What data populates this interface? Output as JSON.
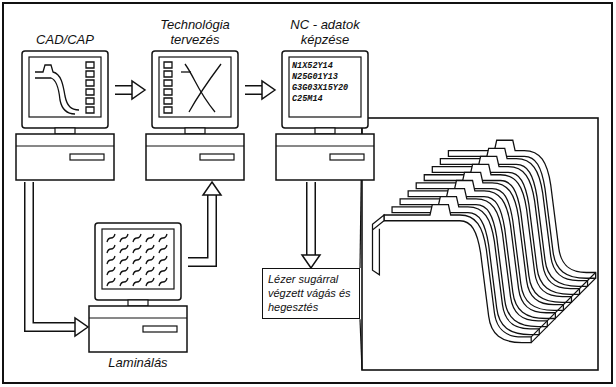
{
  "diagram": {
    "nodes": [
      {
        "text": [
          "CAD/CAP"
        ]
      },
      {
        "text": [
          "Technológia tervezés"
        ]
      },
      {
        "text": [
          "NC - adatok képzése",
          "N1X52Y14",
          "N25G01Y13",
          "G3G03X15Y20",
          "C25M14"
        ]
      },
      {
        "text": [
          "Laminálás"
        ]
      },
      {
        "text": [
          "Lézer sugárral végzett vágás és hegesztés"
        ]
      }
    ],
    "edges": [
      {
        "from": 0,
        "to": 1,
        "arrow": "to"
      },
      {
        "from": 1,
        "to": 2,
        "arrow": "to"
      },
      {
        "from": 2,
        "to": 4,
        "arrow": "to"
      },
      {
        "from": 0,
        "to": 3,
        "arrow": "to"
      },
      {
        "from": 3,
        "to": 1,
        "arrow": "to"
      }
    ]
  }
}
